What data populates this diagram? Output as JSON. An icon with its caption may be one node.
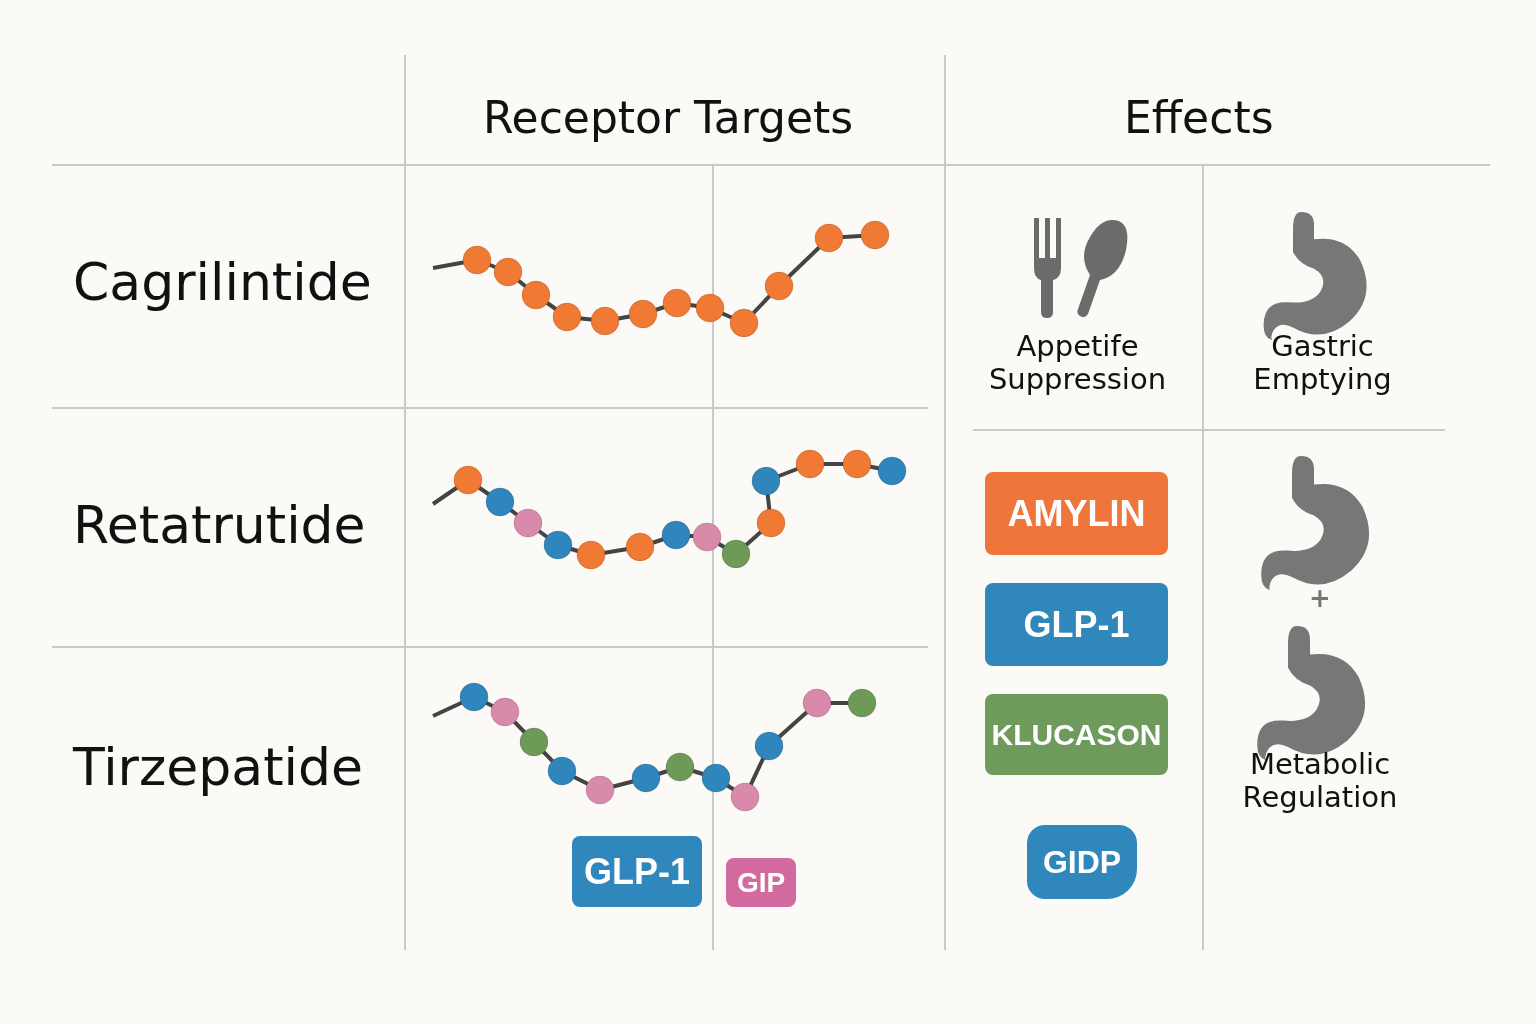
{
  "diagram": {
    "nodes": [
      {
        "text": [
          "AMYLIN"
        ]
      },
      {
        "text": [
          "GLP-1"
        ]
      },
      {
        "text": [
          "KLUCASON"
        ]
      },
      {
        "text": [
          "GLP-1"
        ]
      },
      {
        "text": [
          "GIP"
        ]
      },
      {
        "text": [
          "GIDP"
        ]
      }
    ],
    "labels": [
      "Receptor Targets",
      "Effects",
      "Cagrilintide",
      "Appetife Suppression",
      "Gastric Emptying",
      "Retatrutide",
      "+",
      "Metabolic Regulation",
      "Tirzepatide"
    ]
  }
}
